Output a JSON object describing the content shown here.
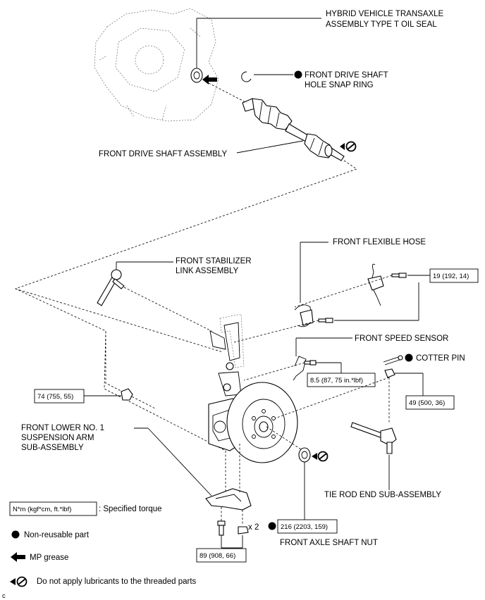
{
  "labels": {
    "transaxle_seal_1": "HYBRID VEHICLE TRANSAXLE",
    "transaxle_seal_2": "ASSEMBLY TYPE T OIL SEAL",
    "snap_ring_1": "FRONT DRIVE SHAFT",
    "snap_ring_2": "HOLE SNAP RING",
    "drive_shaft": "FRONT DRIVE SHAFT ASSEMBLY",
    "stabilizer_1": "FRONT STABILIZER",
    "stabilizer_2": "LINK ASSEMBLY",
    "flex_hose": "FRONT FLEXIBLE HOSE",
    "speed_sensor": "FRONT SPEED SENSOR",
    "cotter_pin": "COTTER PIN",
    "lower_arm_1": "FRONT LOWER NO. 1",
    "lower_arm_2": "SUSPENSION ARM",
    "lower_arm_3": "SUB-ASSEMBLY",
    "tie_rod": "TIE ROD END SUB-ASSEMBLY",
    "axle_nut": "FRONT AXLE SHAFT NUT",
    "quantity": "x 2"
  },
  "torques": {
    "t19": "19 (192, 14)",
    "t85": "8.5 (87, 75 in.*lbf)",
    "t49": "49 (500, 36)",
    "t74": "74 (755, 55)",
    "t216": "216 (2203, 159)",
    "t89": "89 (908, 66)"
  },
  "legend": {
    "torque_unit": "N*m (kgf*cm, ft.*lbf)",
    "torque_desc": ": Specified torque",
    "non_reusable": "Non-reusable part",
    "mp_grease": "MP grease",
    "no_lubricant": "Do not apply lubricants to the threaded parts"
  },
  "corner_mark": "c",
  "icons": [
    "non-reusable-dot-icon",
    "mp-grease-arrow-icon",
    "no-lubricant-icon"
  ],
  "colors": {
    "ink": "#000000",
    "paper": "#ffffff"
  }
}
